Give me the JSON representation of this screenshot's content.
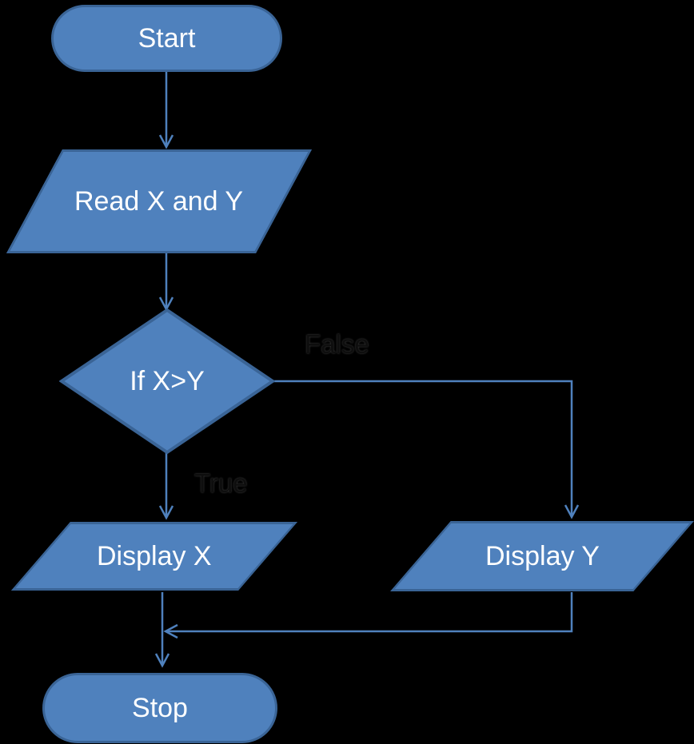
{
  "diagram": {
    "type": "flowchart",
    "background_color": "#000000",
    "shape_fill_color": "#4f81bd",
    "shape_border_color": "#3a6496",
    "connector_color": "#4f81bd",
    "shape_text_color": "#ffffff",
    "edge_label_color": "#0e0e0e"
  },
  "nodes": {
    "start": {
      "label": "Start",
      "type": "terminator"
    },
    "read": {
      "label": "Read X and Y",
      "type": "input-output"
    },
    "decision": {
      "label": "If X>Y",
      "type": "decision"
    },
    "display_x": {
      "label": "Display X",
      "type": "input-output"
    },
    "display_y": {
      "label": "Display Y",
      "type": "input-output"
    },
    "stop": {
      "label": "Stop",
      "type": "terminator"
    }
  },
  "edges": {
    "true_label": "True",
    "false_label": "False",
    "connections": [
      {
        "from": "start",
        "to": "read",
        "label": ""
      },
      {
        "from": "read",
        "to": "decision",
        "label": ""
      },
      {
        "from": "decision",
        "to": "display_x",
        "label": "True"
      },
      {
        "from": "decision",
        "to": "display_y",
        "label": "False"
      },
      {
        "from": "display_x",
        "to": "stop",
        "label": ""
      },
      {
        "from": "display_y",
        "to": "stop",
        "label": ""
      }
    ]
  }
}
